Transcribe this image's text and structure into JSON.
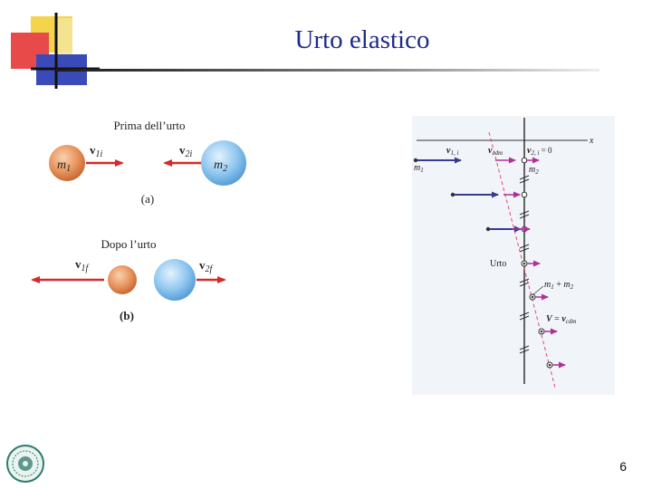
{
  "slide": {
    "title": "Urto elastico",
    "page_number": "6"
  },
  "left_figure": {
    "before_caption": "Prima dell’urto",
    "after_caption": "Dopo l’urto",
    "label_a": "(a)",
    "label_b": "(b)",
    "m1": {
      "base": "m",
      "sub": "1"
    },
    "m2": {
      "base": "m",
      "sub": "2"
    },
    "v1i": {
      "base": "v",
      "sub": "1i"
    },
    "v2i": {
      "base": "v",
      "sub": "2i"
    },
    "v1f": {
      "base": "v",
      "sub": "1f"
    },
    "v2f": {
      "base": "v",
      "sub": "2f"
    }
  },
  "right_figure": {
    "x_axis": "x",
    "v1i": {
      "base": "v",
      "sub": "1, i"
    },
    "vcdm": {
      "base": "v",
      "sub": "cdm"
    },
    "v2i": {
      "base": "v",
      "sub": "2, i",
      "rest": " = 0"
    },
    "m1": {
      "base": "m",
      "sub": "1"
    },
    "m2": {
      "base": "m",
      "sub": "2"
    },
    "collision_label": "Urto",
    "combined": {
      "a": "m",
      "a_sub": "1",
      "plus": " + ",
      "b": "m",
      "b_sub": "2"
    },
    "V_eq": {
      "V": "V",
      "eq": " = ",
      "v": "v",
      "sub": "cdm"
    }
  },
  "colors": {
    "title": "#1f2a8a",
    "arrow_red": "#d42a2a",
    "arrow_navy": "#3a3a8a",
    "arrow_magenta": "#b0309a",
    "dashed_pink": "#e04a7a",
    "sphere_orange": "#e38a50",
    "sphere_blue": "#7ab8e8",
    "panel_bg": "#f1f4f9"
  }
}
